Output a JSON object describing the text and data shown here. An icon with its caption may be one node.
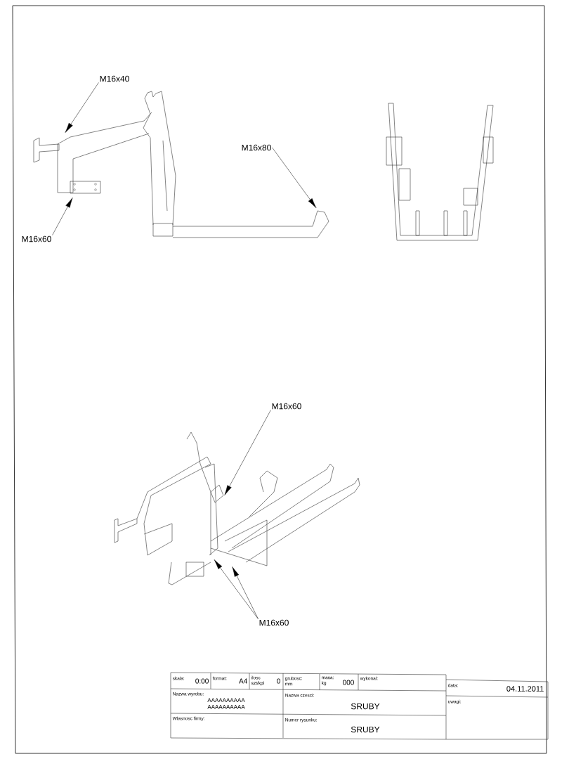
{
  "diagram": {
    "nodes": [
      {
        "text": [
          "M16x40"
        ]
      },
      {
        "text": [
          "M16x60"
        ]
      },
      {
        "text": [
          "M16x80"
        ]
      },
      {
        "text": [
          "M16x60"
        ]
      },
      {
        "text": [
          "M16x60"
        ]
      }
    ],
    "edges": [
      {
        "from": 0,
        "to": null,
        "arrow": "to"
      },
      {
        "from": 1,
        "to": null,
        "arrow": "to"
      },
      {
        "from": 2,
        "to": null,
        "arrow": "to"
      },
      {
        "from": 3,
        "to": null,
        "arrow": "to"
      },
      {
        "from": 4,
        "to": null,
        "arrow": "to"
      },
      {
        "from": 4,
        "to": null,
        "arrow": "to"
      }
    ],
    "labels": [
      "skala:",
      "0:00",
      "format:",
      "A4",
      "ilosc szt/kpl",
      "0",
      "grubosc: mm",
      "masa: kg",
      "000",
      "wykonal:",
      "data:",
      "04.11.2011",
      "Nazwa wyrobu:",
      "AAAAAAAAAA AAAAAAAAAA",
      "Nazwa czesci:",
      "SRUBY",
      "uwagi:",
      "Wlasnosc firmy:",
      "Numer rysunku:",
      "SRUBY"
    ]
  }
}
